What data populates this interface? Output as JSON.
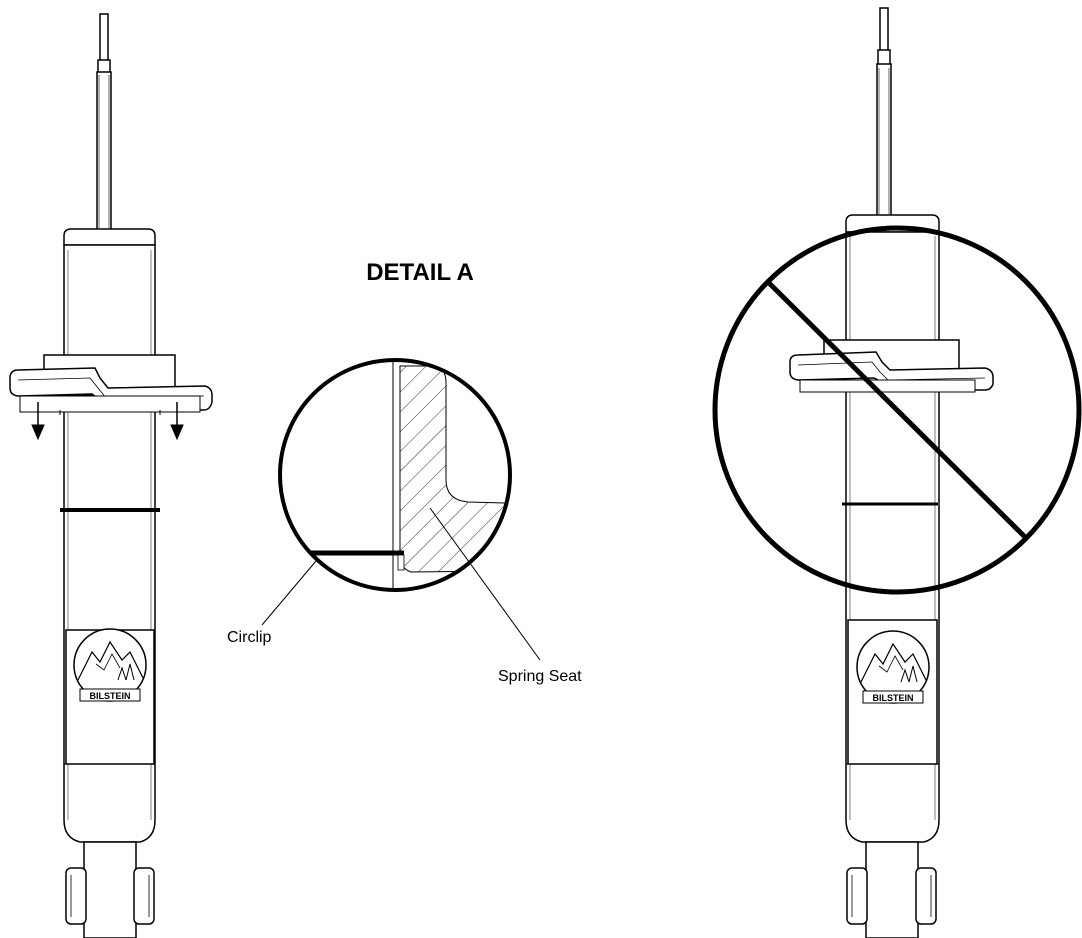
{
  "detail": {
    "title": "DETAIL A",
    "labels": {
      "circlip": "Circlip",
      "spring_seat": "Spring Seat"
    }
  },
  "logo": {
    "brand_text": "BILSTEIN",
    "icon": "mountain-logo-icon"
  },
  "icons": {
    "push_down_arrows": "arrow-down-icon",
    "prohibited": "no-sign-icon"
  },
  "colors": {
    "line": "#000000",
    "background": "#ffffff"
  }
}
